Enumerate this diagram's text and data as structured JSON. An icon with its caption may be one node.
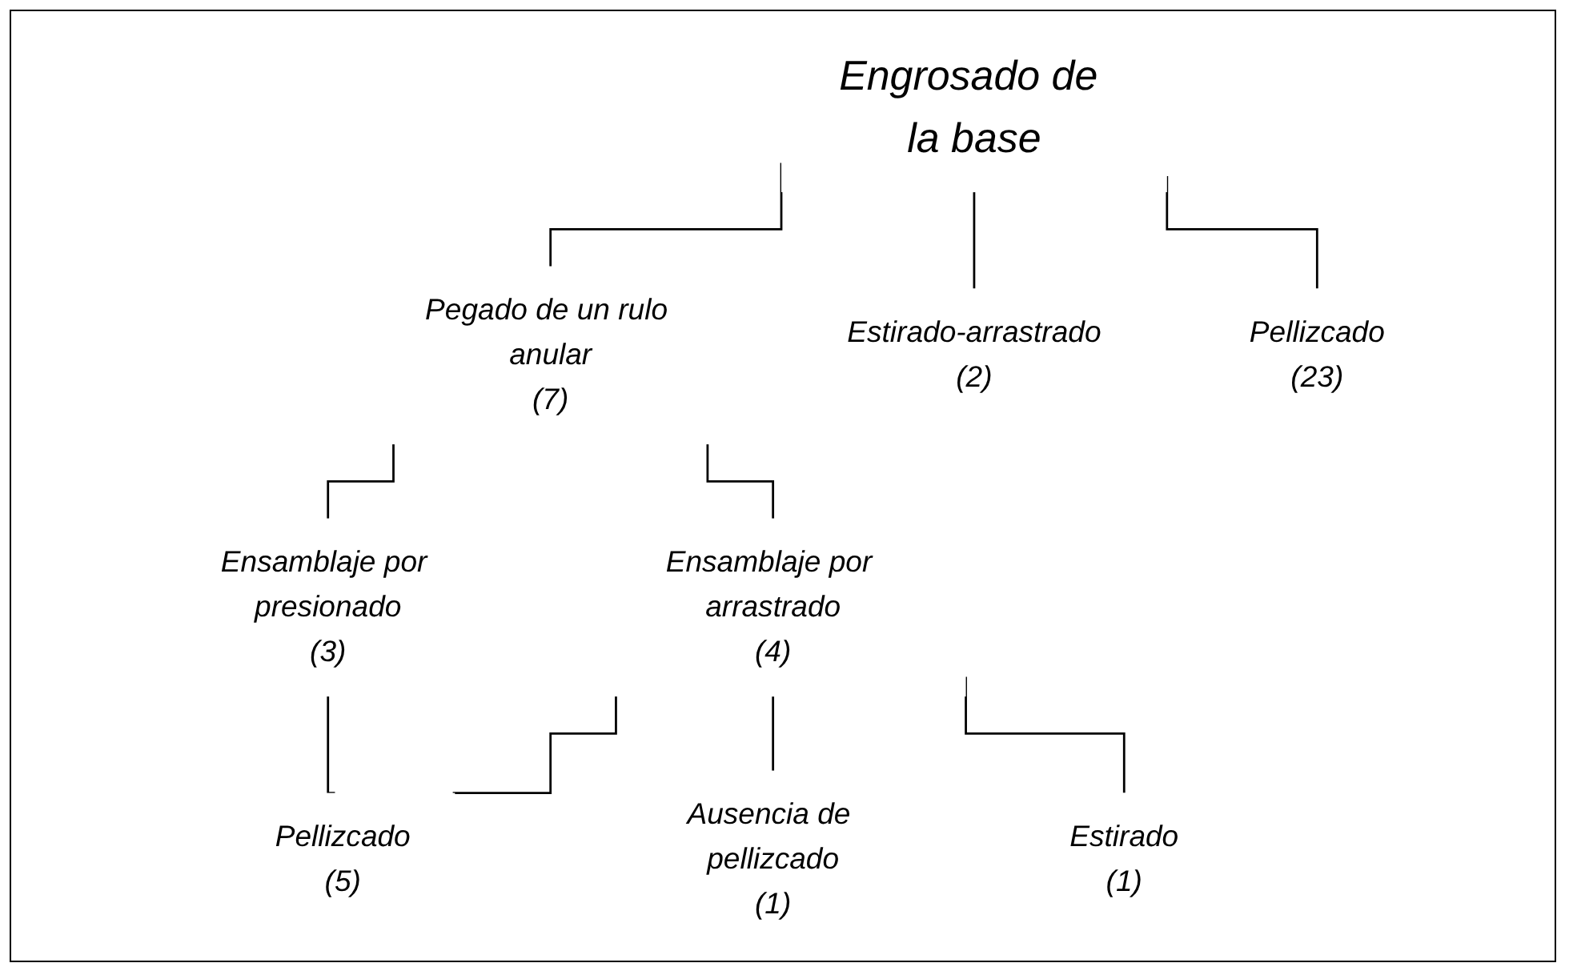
{
  "diagram": {
    "nodes": [
      {
        "text": [
          "Engrosado de la base"
        ]
      },
      {
        "text": [
          "Pegado de un rulo anular",
          "(7)"
        ]
      },
      {
        "text": [
          "Estirado-arrastrado",
          "(2)"
        ]
      },
      {
        "text": [
          "Pellizcado",
          "(23)"
        ]
      },
      {
        "text": [
          "Ensamblaje por presionado",
          "(3)"
        ]
      },
      {
        "text": [
          "Ensamblaje por arrastrado",
          "(4)"
        ]
      },
      {
        "text": [
          "Pellizcado",
          "(5)"
        ]
      },
      {
        "text": [
          "Ausencia de pellizcado",
          "(1)"
        ]
      },
      {
        "text": [
          "Estirado",
          "(1)"
        ]
      }
    ],
    "edges": [
      {
        "from": 0,
        "to": 1,
        "arrow": "none"
      },
      {
        "from": 0,
        "to": 2,
        "arrow": "none"
      },
      {
        "from": 0,
        "to": 3,
        "arrow": "none"
      },
      {
        "from": 1,
        "to": 4,
        "arrow": "none"
      },
      {
        "from": 1,
        "to": 5,
        "arrow": "none"
      },
      {
        "from": 4,
        "to": 6,
        "arrow": "none"
      },
      {
        "from": 5,
        "to": 6,
        "arrow": "none"
      },
      {
        "from": 5,
        "to": 7,
        "arrow": "none"
      },
      {
        "from": 5,
        "to": 8,
        "arrow": "none"
      }
    ]
  }
}
